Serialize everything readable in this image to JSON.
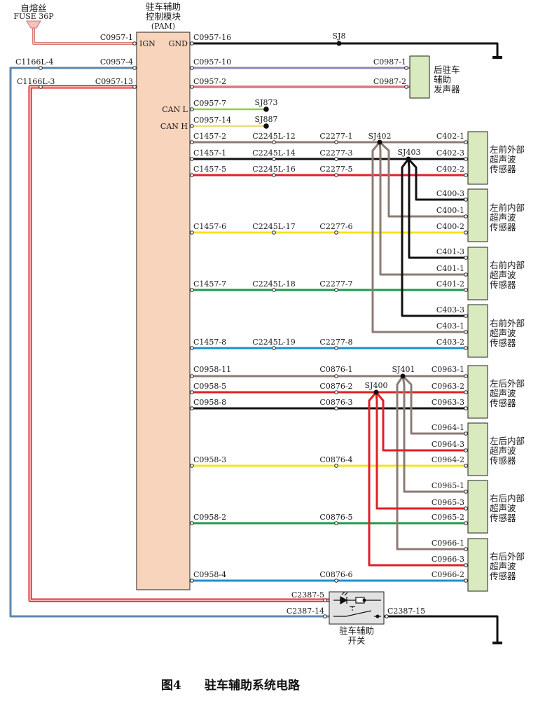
{
  "fuse": {
    "name": "自熔丝",
    "code": "FUSE 36P"
  },
  "module": {
    "name_lines": [
      "驻车辅助",
      "控制模块",
      "(PAM)"
    ],
    "pins": {
      "ign": "IGN",
      "gnd": "GND",
      "can_l": "CAN L",
      "can_h": "CAN H"
    }
  },
  "connectors": {
    "c0957_1": "C0957-1",
    "c0957_16": "C0957-16",
    "c0957_4": "C0957-4",
    "c0957_13": "C0957-13",
    "c0957_10": "C0957-10",
    "c0957_2": "C0957-2",
    "c0957_7": "C0957-7",
    "c0957_14": "C0957-14",
    "c1166l_4": "C1166L-4",
    "c1166l_3": "C1166L-3",
    "c0987_1": "C0987-1",
    "c0987_2": "C0987-2",
    "c2387_5": "C2387-5",
    "c2387_14": "C2387-14",
    "c2387_15": "C2387-15"
  },
  "splices": {
    "sj8": "SJ8",
    "sj873": "SJ873",
    "sj887": "SJ887",
    "sj402": "SJ402",
    "sj403": "SJ403",
    "sj401": "SJ401",
    "sj400": "SJ400"
  },
  "front_rows": [
    [
      "C1457-2",
      "C2245L-12",
      "C2277-1"
    ],
    [
      "C1457-1",
      "C2245L-14",
      "C2277-3"
    ],
    [
      "C1457-5",
      "C2245L-16",
      "C2277-5"
    ],
    [
      "C1457-6",
      "C2245L-17",
      "C2277-6"
    ],
    [
      "C1457-7",
      "C2245L-18",
      "C2277-7"
    ],
    [
      "C1457-8",
      "C2245L-19",
      "C2277-8"
    ]
  ],
  "rear_rows": [
    [
      "C0958-11",
      "C0876-1"
    ],
    [
      "C0958-5",
      "C0876-2"
    ],
    [
      "C0958-8",
      "C0876-3"
    ],
    [
      "C0958-3",
      "C0876-4"
    ],
    [
      "C0958-2",
      "C0876-5"
    ],
    [
      "C0958-4",
      "C0876-6"
    ]
  ],
  "sensor_pins": [
    [
      "C402-1",
      "C402-3",
      "C402-2"
    ],
    [
      "C400-3",
      "C400-1",
      "C400-2"
    ],
    [
      "C401-3",
      "C401-1",
      "C401-2"
    ],
    [
      "C403-3",
      "C403-1",
      "C403-2"
    ],
    [
      "C0963-1",
      "C0963-2",
      "C0963-3"
    ],
    [
      "C0964-1",
      "C0964-3",
      "C0964-2"
    ],
    [
      "C0965-1",
      "C0965-3",
      "C0965-2"
    ],
    [
      "C0966-1",
      "C0966-3",
      "C0966-2"
    ]
  ],
  "devices": {
    "buzzer": [
      "后驻车",
      "辅助",
      "发声器"
    ],
    "sensors": [
      [
        "左前外部",
        "超声波",
        "传感器"
      ],
      [
        "左前内部",
        "超声波",
        "传感器"
      ],
      [
        "右前内部",
        "超声波",
        "传感器"
      ],
      [
        "右前外部",
        "超声波",
        "传感器"
      ],
      [
        "左后外部",
        "超声波",
        "传感器"
      ],
      [
        "左后内部",
        "超声波",
        "传感器"
      ],
      [
        "右后内部",
        "超声波",
        "传感器"
      ],
      [
        "右后外部",
        "超声波",
        "传感器"
      ]
    ],
    "switch": [
      "驻车辅助",
      "开关"
    ]
  },
  "caption": {
    "fig": "图4",
    "title": "驻车辅助系统电路"
  },
  "colors": {
    "module_fill": "#f8d4bc",
    "device_fill": "#d9ebbe",
    "black": "#111111",
    "brown": "#8c7b74",
    "red": "#e11f26",
    "yellow": "#f3e51d",
    "green": "#1e9a4a",
    "blue": "#1a90d0",
    "fuse_pink": "#f0b0a8",
    "violet": "#8f86b6",
    "steel": "#5d87ac",
    "lime": "#9bcc3a",
    "pale_yellow": "#e6e07a"
  }
}
